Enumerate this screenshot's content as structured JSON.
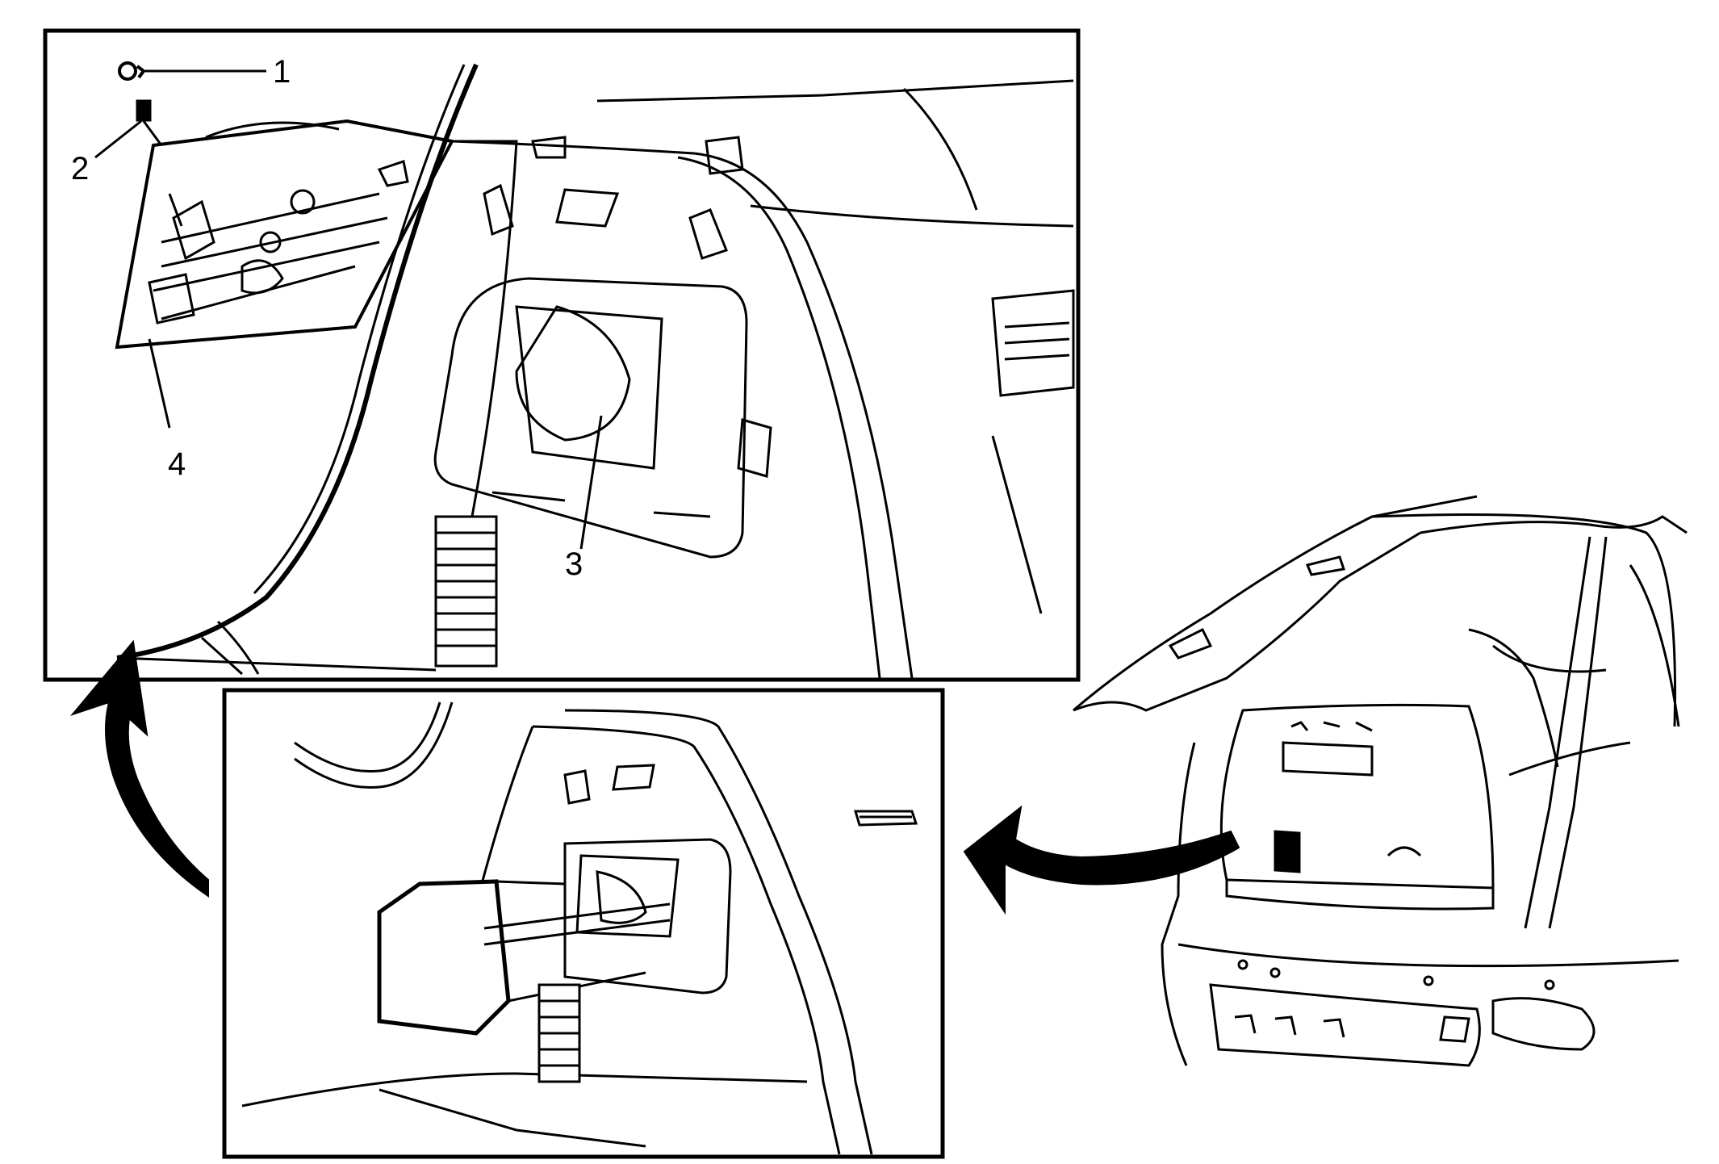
{
  "diagram": {
    "callouts": [
      {
        "id": "1",
        "label": "1"
      },
      {
        "id": "2",
        "label": "2"
      },
      {
        "id": "3",
        "label": "3"
      },
      {
        "id": "4",
        "label": "4"
      }
    ],
    "panels": [
      "detail-top-left",
      "detail-bottom-center",
      "vehicle-overview-right"
    ],
    "colors": {
      "line": "#000000",
      "background": "#ffffff"
    }
  }
}
